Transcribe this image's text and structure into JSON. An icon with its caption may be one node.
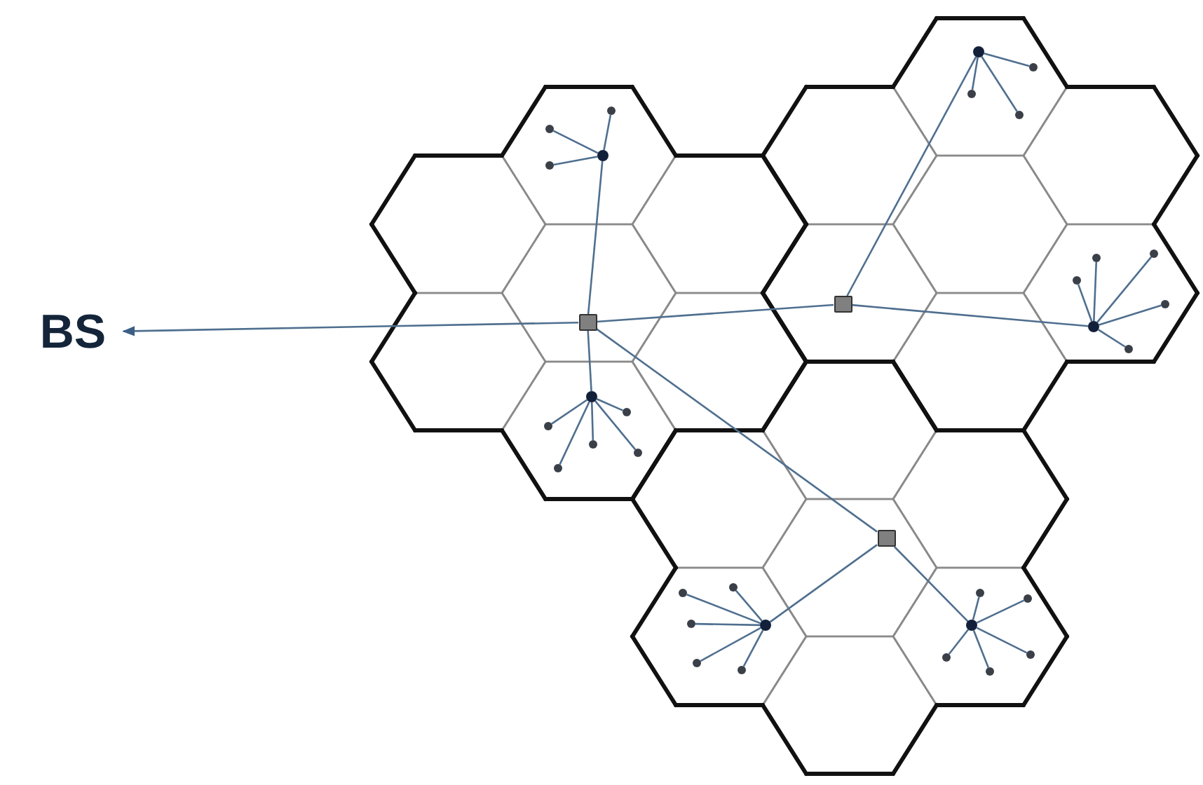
{
  "diagram": {
    "nodes": [
      {
        "text": [
          "BS"
        ]
      },
      {
        "text": [],
        "shape": "box"
      },
      {
        "text": [],
        "shape": "box"
      },
      {
        "text": [],
        "shape": "box"
      },
      {
        "text": [],
        "shape": "circle"
      },
      {
        "text": [],
        "shape": "circle"
      },
      {
        "text": [],
        "shape": "circle"
      },
      {
        "text": [],
        "shape": "circle"
      },
      {
        "text": [],
        "shape": "circle"
      },
      {
        "text": [],
        "shape": "circle"
      },
      {
        "text": [],
        "shape": "circle"
      },
      {
        "text": [],
        "shape": "circle"
      },
      {
        "text": [],
        "shape": "circle"
      },
      {
        "text": [],
        "shape": "circle"
      },
      {
        "text": [],
        "shape": "circle"
      },
      {
        "text": [],
        "shape": "circle"
      },
      {
        "text": [],
        "shape": "circle"
      },
      {
        "text": [],
        "shape": "circle"
      },
      {
        "text": [],
        "shape": "circle"
      },
      {
        "text": [],
        "shape": "circle"
      },
      {
        "text": [],
        "shape": "circle"
      },
      {
        "text": [],
        "shape": "circle"
      },
      {
        "text": [],
        "shape": "circle"
      },
      {
        "text": [],
        "shape": "circle"
      },
      {
        "text": [],
        "shape": "circle"
      },
      {
        "text": [],
        "shape": "circle"
      },
      {
        "text": [],
        "shape": "circle"
      },
      {
        "text": [],
        "shape": "circle"
      },
      {
        "text": [],
        "shape": "circle"
      },
      {
        "text": [],
        "shape": "circle"
      },
      {
        "text": [],
        "shape": "circle"
      },
      {
        "text": [],
        "shape": "circle"
      },
      {
        "text": [],
        "shape": "circle"
      },
      {
        "text": [],
        "shape": "circle"
      },
      {
        "text": [],
        "shape": "circle"
      },
      {
        "text": [],
        "shape": "circle"
      }
    ],
    "edges": [
      {
        "from": 1,
        "to": 0,
        "arrow": "to"
      },
      {
        "from": 2,
        "to": 1,
        "arrow": "none"
      },
      {
        "from": 3,
        "to": 1,
        "arrow": "none"
      },
      {
        "from": 5,
        "to": 1,
        "arrow": "none"
      },
      {
        "from": 7,
        "to": 1,
        "arrow": "none"
      },
      {
        "from": 4,
        "to": 2,
        "arrow": "none"
      },
      {
        "from": 6,
        "to": 2,
        "arrow": "none"
      },
      {
        "from": 8,
        "to": 3,
        "arrow": "none"
      },
      {
        "from": 9,
        "to": 3,
        "arrow": "none"
      },
      {
        "from": 10,
        "to": 4,
        "arrow": "none"
      },
      {
        "from": 11,
        "to": 4,
        "arrow": "none"
      },
      {
        "from": 12,
        "to": 4,
        "arrow": "none"
      },
      {
        "from": 13,
        "to": 5,
        "arrow": "none"
      },
      {
        "from": 14,
        "to": 5,
        "arrow": "none"
      },
      {
        "from": 15,
        "to": 5,
        "arrow": "none"
      },
      {
        "from": 16,
        "to": 6,
        "arrow": "none"
      },
      {
        "from": 17,
        "to": 6,
        "arrow": "none"
      },
      {
        "from": 18,
        "to": 6,
        "arrow": "none"
      },
      {
        "from": 19,
        "to": 6,
        "arrow": "none"
      },
      {
        "from": 20,
        "to": 6,
        "arrow": "none"
      },
      {
        "from": 21,
        "to": 7,
        "arrow": "none"
      },
      {
        "from": 22,
        "to": 7,
        "arrow": "none"
      },
      {
        "from": 23,
        "to": 7,
        "arrow": "none"
      },
      {
        "from": 24,
        "to": 7,
        "arrow": "none"
      },
      {
        "from": 25,
        "to": 7,
        "arrow": "none"
      },
      {
        "from": 26,
        "to": 8,
        "arrow": "none"
      },
      {
        "from": 27,
        "to": 8,
        "arrow": "none"
      },
      {
        "from": 28,
        "to": 8,
        "arrow": "none"
      },
      {
        "from": 29,
        "to": 8,
        "arrow": "none"
      },
      {
        "from": 30,
        "to": 8,
        "arrow": "none"
      },
      {
        "from": 31,
        "to": 9,
        "arrow": "none"
      },
      {
        "from": 32,
        "to": 9,
        "arrow": "none"
      },
      {
        "from": 33,
        "to": 9,
        "arrow": "none"
      },
      {
        "from": 34,
        "to": 9,
        "arrow": "none"
      },
      {
        "from": 35,
        "to": 9,
        "arrow": "none"
      }
    ]
  }
}
